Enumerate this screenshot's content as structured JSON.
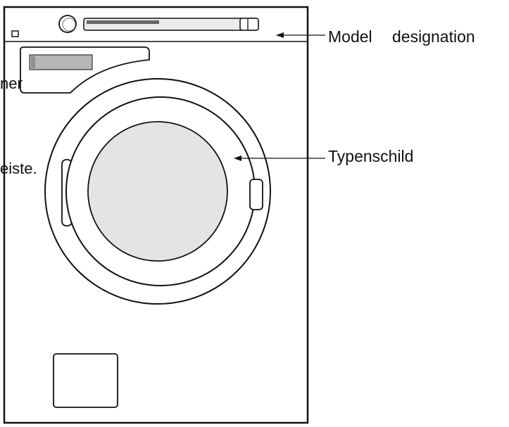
{
  "labels": {
    "model_designation": "Model designation",
    "typenschild": "Typenschild",
    "cropped_left_top": "ner",
    "cropped_left_mid": "eiste."
  },
  "colors": {
    "line": "#111111",
    "door_glass": "#e4e4e4",
    "gasket_shade": "#a9a9a9",
    "panel_fill": "#ffffff",
    "display_fill": "#b7b7b7"
  }
}
